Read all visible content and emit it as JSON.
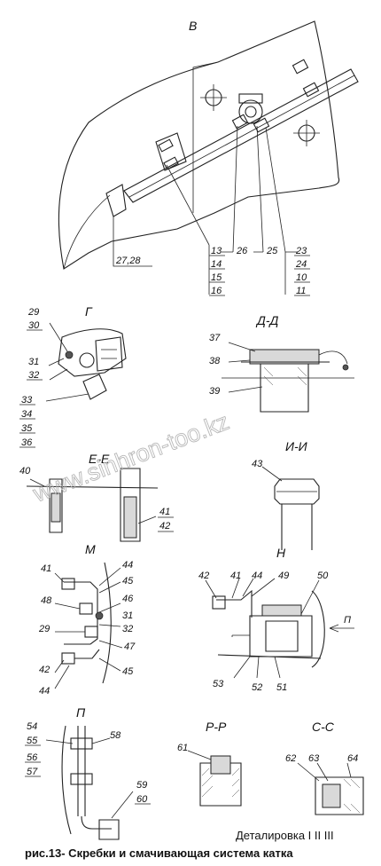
{
  "views": {
    "v": "В",
    "g": "Г",
    "dd": "Д-Д",
    "ee": "Е-Е",
    "ii": "И-И",
    "m": "М",
    "n": "Н",
    "p": "П",
    "rr": "Р-Р",
    "ss": "С-С"
  },
  "arrow_label": "П",
  "callouts": {
    "c13": "13",
    "c14": "14",
    "c15": "15",
    "c16": "16",
    "c26": "26",
    "c25": "25",
    "c23": "23",
    "c24": "24",
    "c10": "10",
    "c11": "11",
    "c2728": "27,28",
    "c29": "29",
    "c30": "30",
    "c31": "31",
    "c32": "32",
    "c33": "33",
    "c34": "34",
    "c35": "35",
    "c36": "36",
    "c37": "37",
    "c38": "38",
    "c39": "39",
    "c40": "40",
    "c41": "41",
    "c42": "42",
    "c43": "43",
    "m41": "41",
    "m44": "44",
    "m45": "45",
    "m48": "48",
    "m46": "46",
    "m31": "31",
    "m29": "29",
    "m32": "32",
    "m47": "47",
    "m42": "42",
    "m45b": "45",
    "m44b": "44",
    "n42": "42",
    "n41": "41",
    "n44": "44",
    "n49": "49",
    "n50": "50",
    "n53": "53",
    "n52": "52",
    "n51": "51",
    "c54": "54",
    "c55": "55",
    "c56": "56",
    "c57": "57",
    "c58": "58",
    "c59": "59",
    "c60": "60",
    "c61": "61",
    "c62": "62",
    "c63": "63",
    "c64": "64"
  },
  "watermark": "www.sinhron-too.kz",
  "detail_label": "Деталировка  I  II  III",
  "caption": "рис.13- Скребки и смачивающая система катка"
}
